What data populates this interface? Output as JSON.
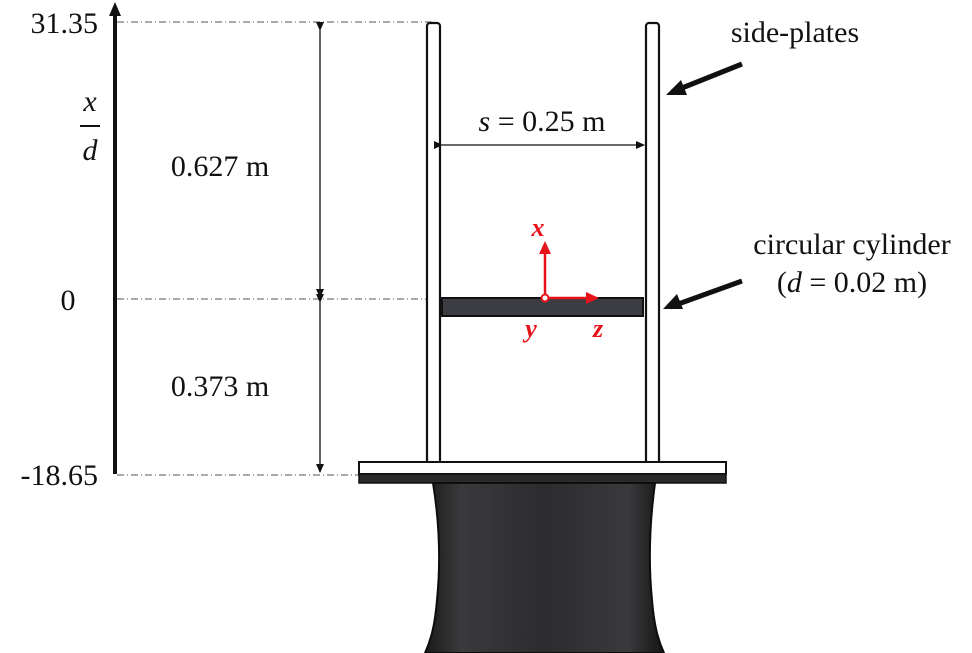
{
  "axis": {
    "top_value": "31.35",
    "zero_value": "0",
    "bottom_value": "-18.65",
    "label_numerator": "x",
    "label_denominator": "d"
  },
  "dimensions": {
    "upper_length": "0.627 m",
    "lower_length": "0.373 m",
    "span_label_var": "s",
    "span_label_rest": " = 0.25 m"
  },
  "callouts": {
    "side_plates": "side-plates",
    "cylinder_line1": "circular cylinder",
    "cylinder_open": "(",
    "cylinder_var": "d",
    "cylinder_rest": " = 0.02 m)"
  },
  "coordinate_axes": {
    "x_label": "x",
    "y_label": "y",
    "z_label": "z"
  },
  "colors": {
    "axis_red": "#e8131a",
    "ink": "#111111",
    "cylinder_fill": "#3c3d42",
    "base_fill": "#2a2a2c"
  }
}
